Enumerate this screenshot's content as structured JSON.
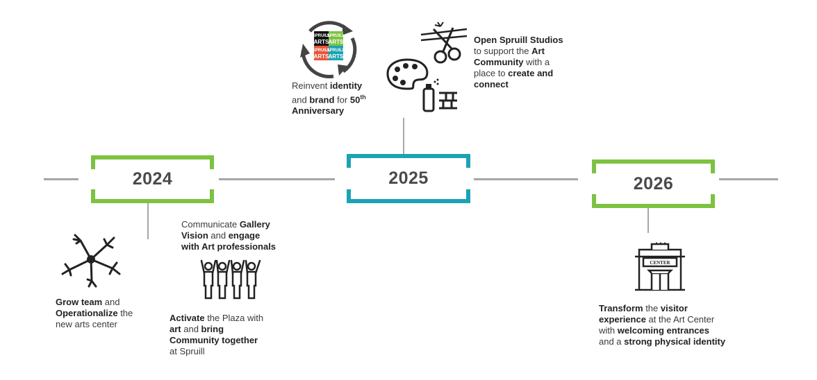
{
  "colors": {
    "green": "#7dc242",
    "teal": "#1ba3b5",
    "line": "#a6a6a6"
  },
  "years": {
    "y2024": "2024",
    "y2025": "2025",
    "y2026": "2026"
  },
  "logo": {
    "l1": "SPRUILL",
    "l2": "ARTS"
  },
  "notes": {
    "rebrand": {
      "a": "Reinvent ",
      "b": "identity",
      "c": "and ",
      "d": "brand",
      "e": " for ",
      "f": "50",
      "g": "th",
      "h": "Anniversary"
    },
    "studios": {
      "a": "Open Spruill Studios",
      "b": "to support the ",
      "c": "Art",
      "d": "Community",
      "e": " with a",
      "f": "place to ",
      "g": "create and",
      "h": "connect"
    },
    "team": {
      "a": "Grow team",
      "b": " and",
      "c": "Operationalize",
      "d": " the",
      "e": "new arts center"
    },
    "gallery": {
      "a": "Communicate ",
      "b": "Gallery",
      "c": "Vision",
      "d": " and ",
      "e": "engage",
      "f": "with Art professionals"
    },
    "plaza": {
      "a": "Activate",
      "b": " the Plaza with",
      "c": "art",
      "d": " and ",
      "e": "bring",
      "f": "Community together",
      "g": "at Spruill"
    },
    "visitor": {
      "a": "Transform",
      "b": " the ",
      "c": "visitor",
      "d": "experience",
      "e": " at the Art Center",
      "f": "with ",
      "g": "welcoming entrances",
      "h": "and a ",
      "i": "strong physical identity"
    }
  },
  "icons": [
    "recycle-logo-icon",
    "scissors-icon",
    "palette-icon",
    "spray-can-icon",
    "hands-circle-icon",
    "people-cheering-icon",
    "center-building-icon"
  ],
  "center_sign": "CENTER"
}
